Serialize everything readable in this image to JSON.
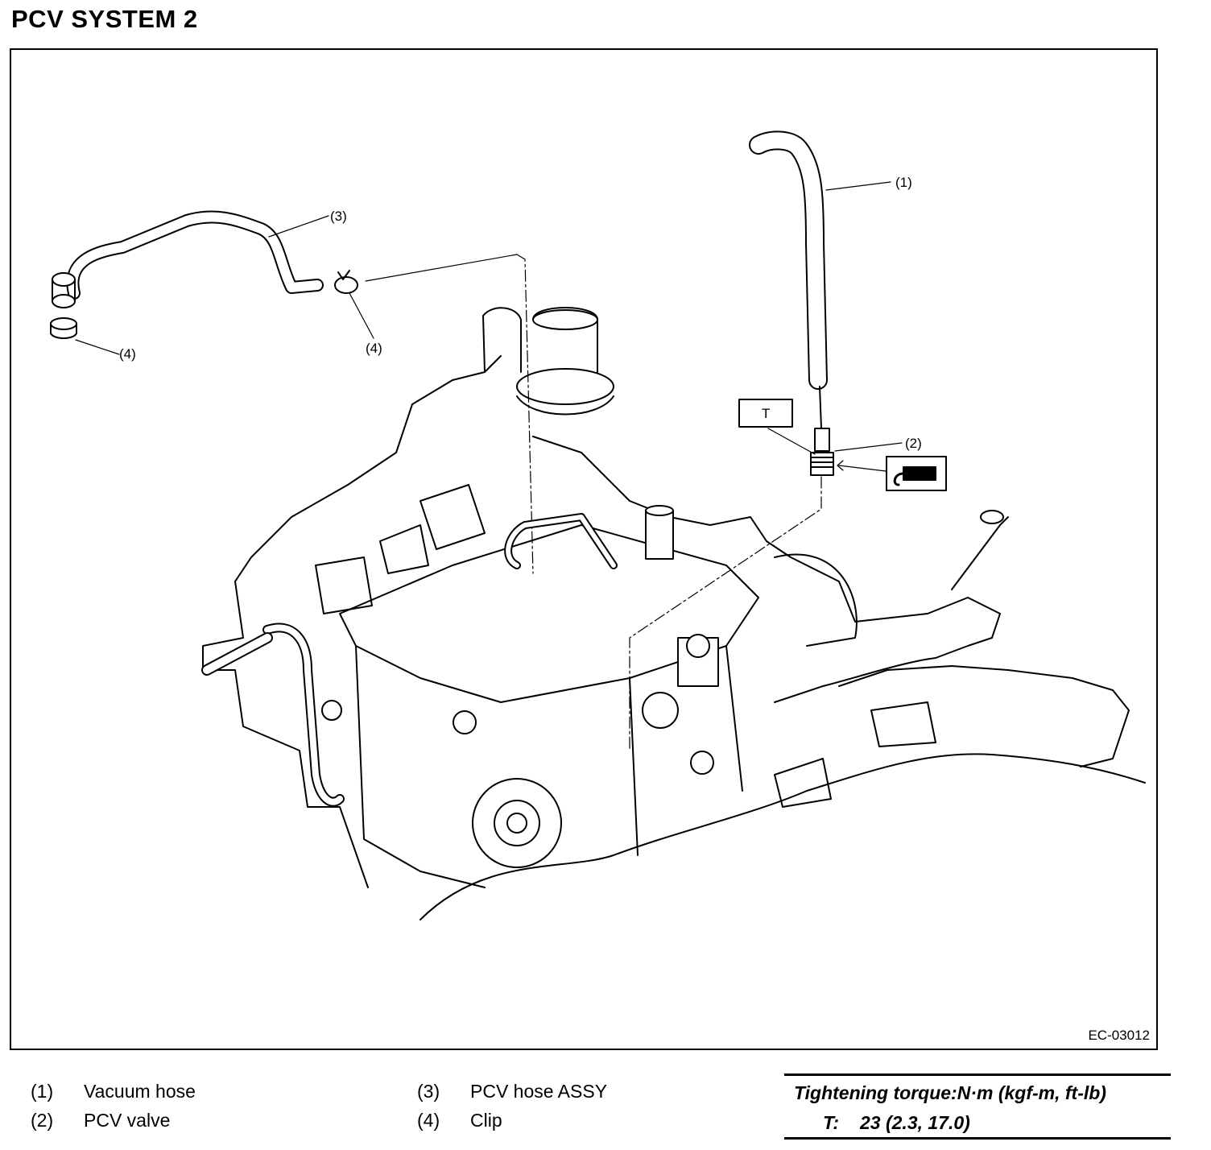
{
  "title": "PCV SYSTEM 2",
  "figure_id": "EC-03012",
  "callouts": {
    "c1": "(1)",
    "c2": "(2)",
    "c3": "(3)",
    "c4a": "(4)",
    "c4b": "(4)",
    "torque_box": "T"
  },
  "legend": [
    {
      "num": "(1)",
      "label": "Vacuum hose"
    },
    {
      "num": "(2)",
      "label": "PCV valve"
    },
    {
      "num": "(3)",
      "label": "PCV hose ASSY"
    },
    {
      "num": "(4)",
      "label": "Clip"
    }
  ],
  "torque": {
    "header": "Tightening torque:N·m (kgf-m, ft-lb)",
    "symbol": "T:",
    "value": "23 (2.3, 17.0)"
  }
}
